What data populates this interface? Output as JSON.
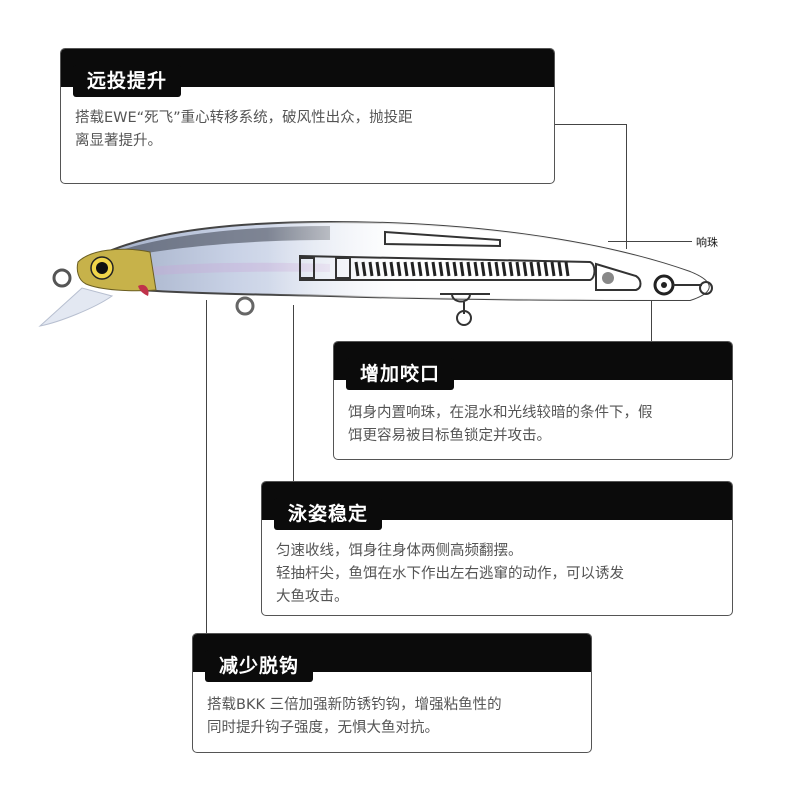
{
  "features": [
    {
      "title": "远投提升",
      "lines": [
        "搭载EWE“死飞”重心转移系统，破风性出众，抛投距",
        "离显著提升。"
      ]
    },
    {
      "title": "增加咬口",
      "lines": [
        "饵身内置响珠，在混水和光线较暗的条件下，假",
        "饵更容易被目标鱼锁定并攻击。"
      ]
    },
    {
      "title": "泳姿稳定",
      "lines": [
        "匀速收线，饵身往身体两侧高频翻摆。",
        "轻抽杆尖，鱼饵在水下作出左右逃窜的动作，可以诱发",
        "大鱼攻击。"
      ]
    },
    {
      "title": "减少脱钩",
      "lines": [
        "搭载BKK 三倍加强新防锈钓钩，增强粘鱼性的",
        "同时提升钩子强度，无惧大鱼对抗。"
      ]
    }
  ],
  "rattle_label": "响珠"
}
